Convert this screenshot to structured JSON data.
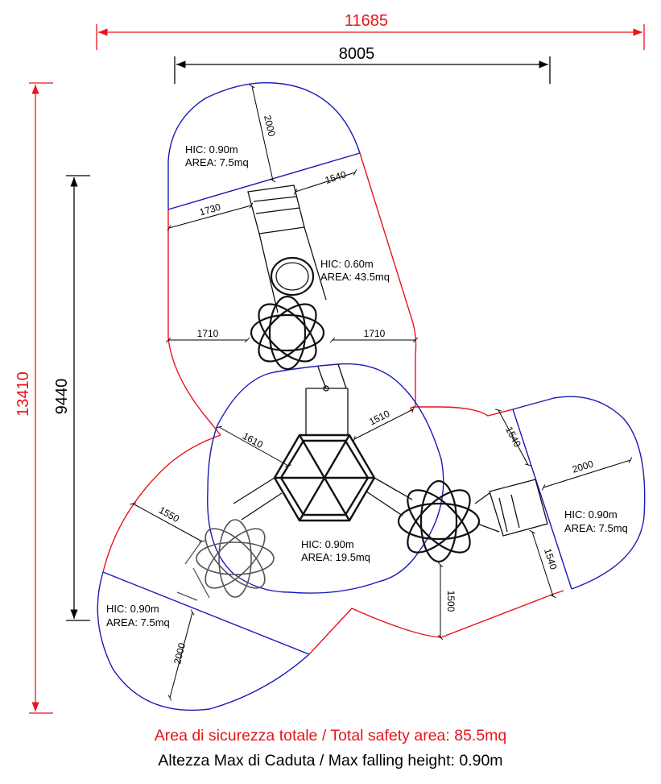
{
  "colors": {
    "boundary_red": "#e8141b",
    "zone_blue": "#1a1ab8",
    "equipment": "#000000"
  },
  "overall": {
    "width_total": "11685",
    "width_equipment": "8005",
    "height_total": "13410",
    "height_equipment": "9440"
  },
  "zones": {
    "top": {
      "hic": "HIC: 0.90m",
      "area": "AREA: 7.5mq"
    },
    "center_upper": {
      "hic": "HIC: 0.60m",
      "area": "AREA: 43.5mq"
    },
    "center": {
      "hic": "HIC: 0.90m",
      "area": "AREA: 19.5mq"
    },
    "right": {
      "hic": "HIC: 0.90m",
      "area": "AREA: 7.5mq"
    },
    "bottom_left": {
      "hic": "HIC: 0.90m",
      "area": "AREA: 7.5mq"
    }
  },
  "dimensions": {
    "top_depth": "2000",
    "top_right_width": "1540",
    "top_left_width": "1730",
    "mid_left": "1710",
    "mid_right": "1710",
    "center_upper_right": "1510",
    "center_left": "1610",
    "right_upper": "1540",
    "right_depth": "2000",
    "right_lower": "1540",
    "bottom_right": "1500",
    "left_side": "1550",
    "bottom_left_depth": "2000"
  },
  "footer": {
    "total_area": "Area di sicurezza totale / Total safety area: 85.5mq",
    "max_height": "Altezza Max di Caduta / Max falling height: 0.90m"
  }
}
